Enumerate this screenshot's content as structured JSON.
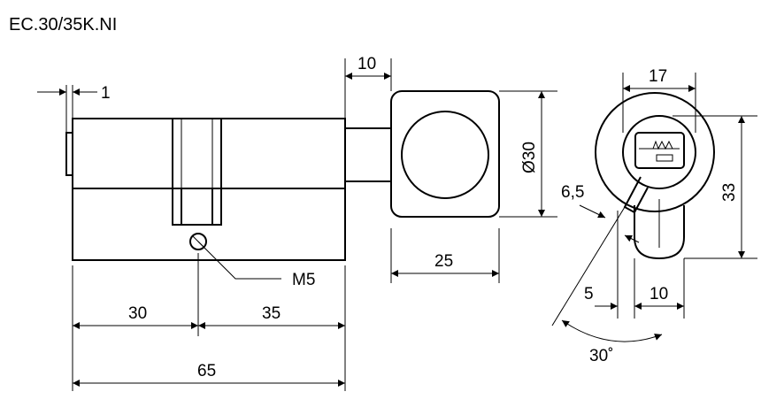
{
  "title": "EC.30/35K.NI",
  "dimensions": {
    "end_gap": "1",
    "shaft_length": "10",
    "knob_width": "25",
    "knob_diameter": "Ø30",
    "side_a": "30",
    "side_b": "35",
    "total_length": "65",
    "screw": "M5",
    "profile_width": "17",
    "profile_height": "33",
    "cam_offset": "6,5",
    "bottom_a": "5",
    "bottom_b": "10",
    "cam_angle": "30˚"
  },
  "colors": {
    "line": "#000000",
    "background": "#ffffff"
  }
}
